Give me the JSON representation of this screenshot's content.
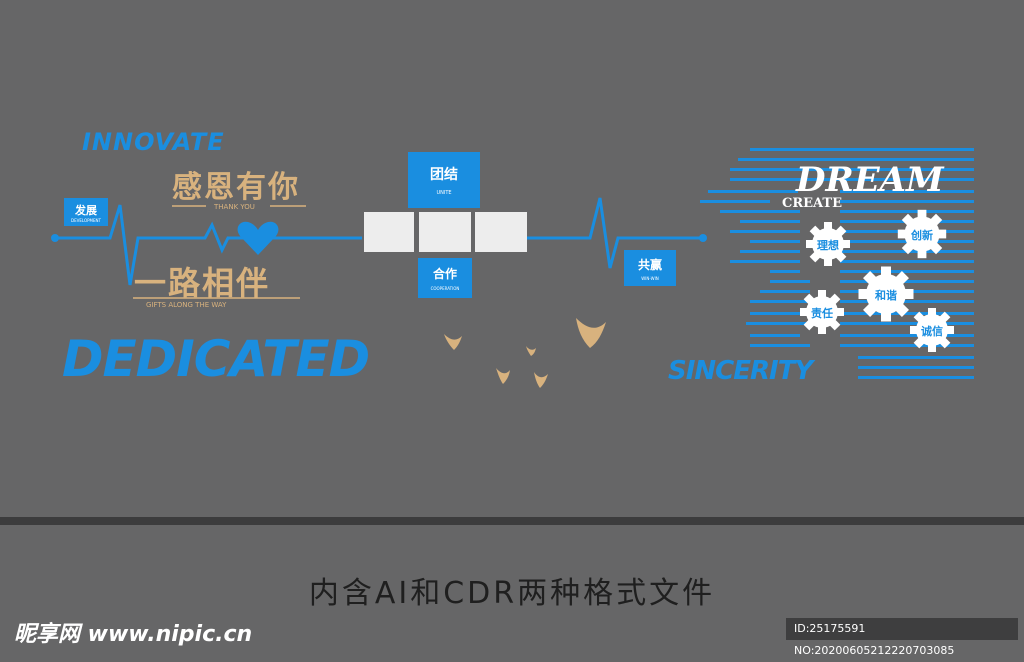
{
  "left": {
    "title_en": "INNOVATE",
    "heading1": "感恩有你",
    "sub1": "THANK YOU",
    "badge": "发展",
    "badge_sub": "DEVELOPMENT",
    "heading2": "一路相伴",
    "sub2": "GIFTS ALONG THE WAY",
    "big_en": "DEDICATED"
  },
  "center": {
    "top_label": "团结",
    "top_sub": "UNITE",
    "bottom_label": "合作",
    "bottom_sub": "COOPERATION",
    "right_label": "共赢",
    "right_sub": "WIN-WIN"
  },
  "right": {
    "dream": "DREAM",
    "create": "CREATE",
    "sincerity": "SINCERITY",
    "gears": [
      "理想",
      "创新",
      "和谐",
      "责任",
      "诚信"
    ]
  },
  "footer": {
    "text": "内含AI和CDR两种格式文件",
    "logo": "昵享网 www.nipic.cn",
    "id_text": "ID:25175591 NO:20200605212220703085"
  },
  "colors": {
    "blue": "#1a8ee0",
    "gold": "#d8b27e",
    "background": "#666667"
  }
}
